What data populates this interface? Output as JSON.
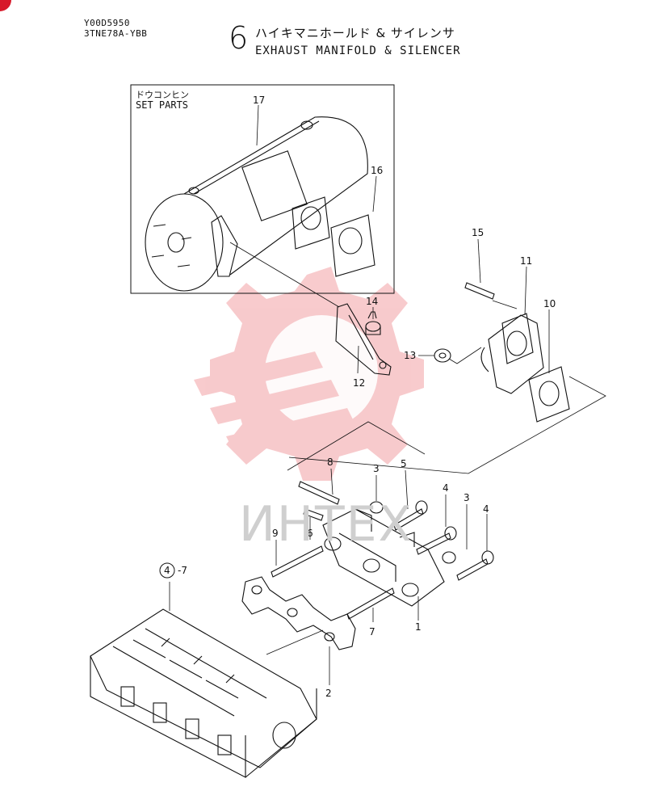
{
  "header": {
    "code_line1": "Y00D5950",
    "code_line2": "3TNE78A-YBB"
  },
  "title": {
    "number": "6",
    "japanese": "ハイキマニホールド & サイレンサ",
    "english": "EXHAUST MANIFOLD & SILENCER"
  },
  "set_parts": {
    "japanese": "ドウコンヒン",
    "english": "SET PARTS"
  },
  "watermark": {
    "text": "ИНТЕХ",
    "color": "#e8585e"
  },
  "callouts": {
    "c17": "17",
    "c16": "16",
    "c15": "15",
    "c11": "11",
    "c10": "10",
    "c14": "14",
    "c13": "13",
    "c12": "12",
    "c8": "8",
    "c3a": "3",
    "c5": "5",
    "c4a": "4",
    "c3b": "3",
    "c4b": "4",
    "c9": "9",
    "c6": "6",
    "c7": "7",
    "c1": "1",
    "c2": "2",
    "ref_circle": "4",
    "ref_suffix": "-7"
  }
}
